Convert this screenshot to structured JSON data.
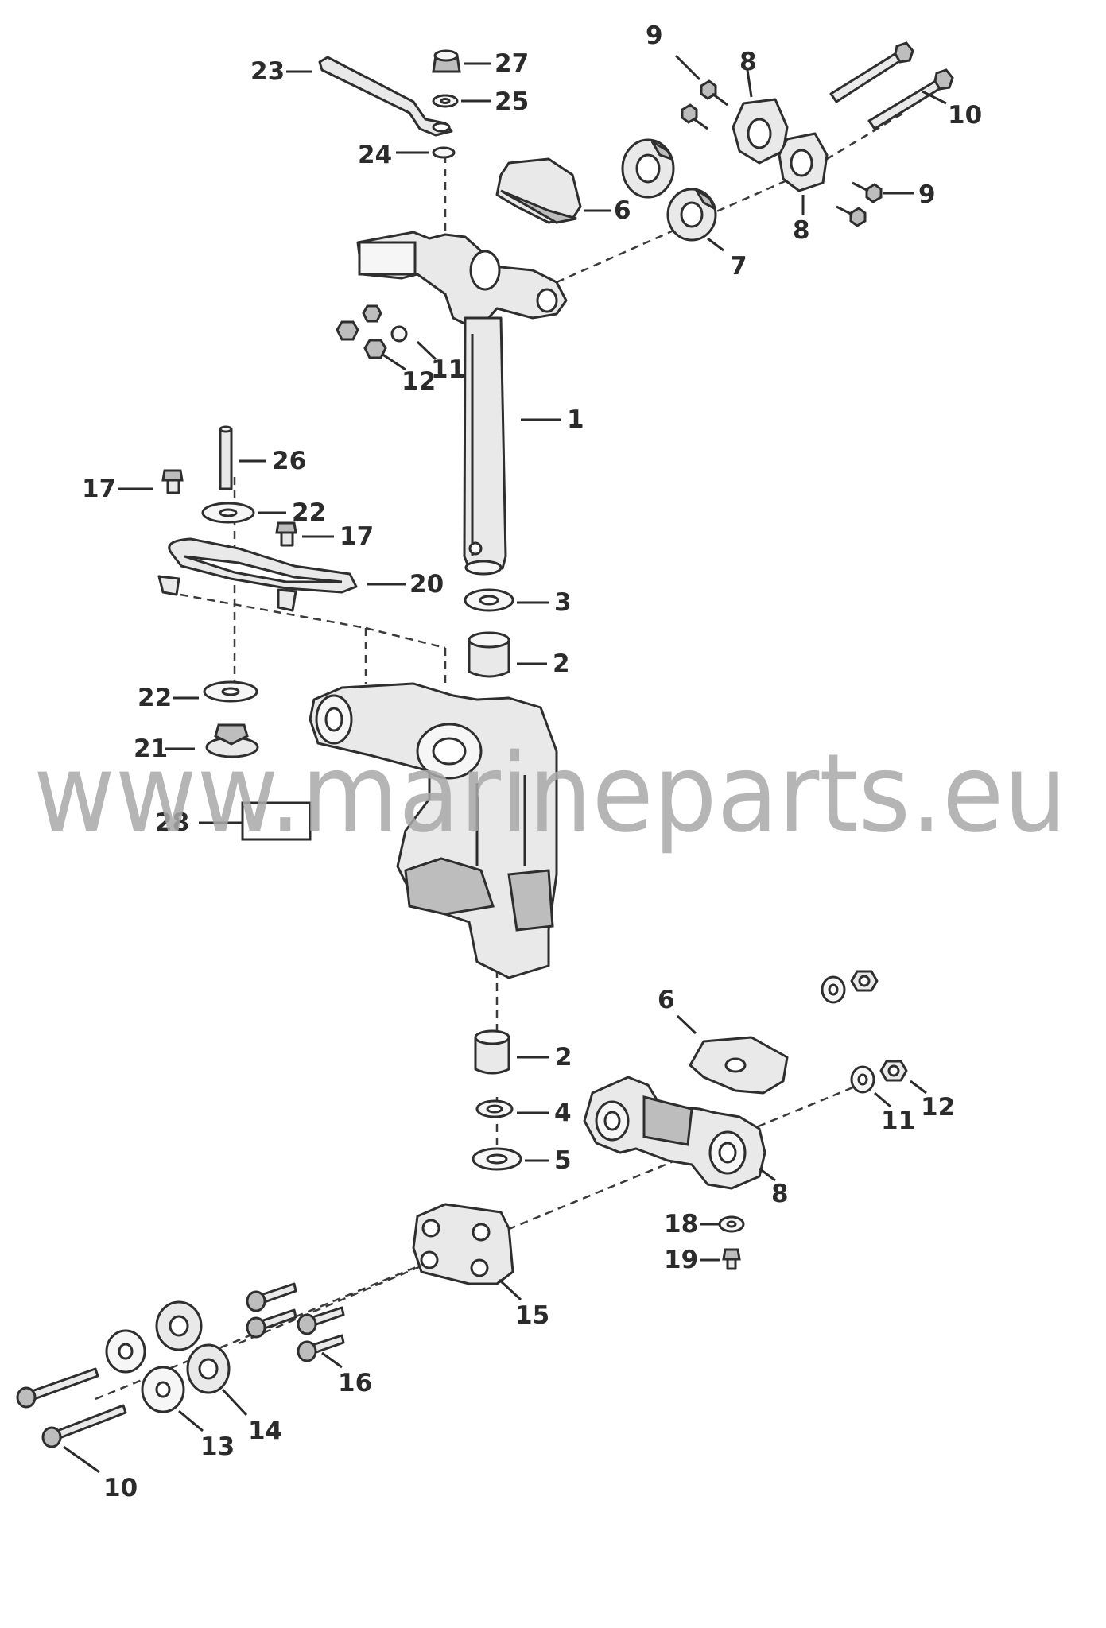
{
  "watermark": "www.marineparts.eu",
  "callouts": {
    "c1": "1",
    "c2a": "2",
    "c2b": "2",
    "c3": "3",
    "c4": "4",
    "c5": "5",
    "c6a": "6",
    "c6b": "6",
    "c7": "7",
    "c8a": "8",
    "c8b": "8",
    "c8c": "8",
    "c9a": "9",
    "c9b": "9",
    "c10a": "10",
    "c10b": "10",
    "c11a": "11",
    "c11b": "11",
    "c12a": "12",
    "c12b": "12",
    "c13": "13",
    "c14": "14",
    "c15": "15",
    "c16": "16",
    "c17a": "17",
    "c17b": "17",
    "c18": "18",
    "c19": "19",
    "c20": "20",
    "c21": "21",
    "c22a": "22",
    "c22b": "22",
    "c23": "23",
    "c24": "24",
    "c25": "25",
    "c26": "26",
    "c27": "27",
    "c28": "28"
  }
}
